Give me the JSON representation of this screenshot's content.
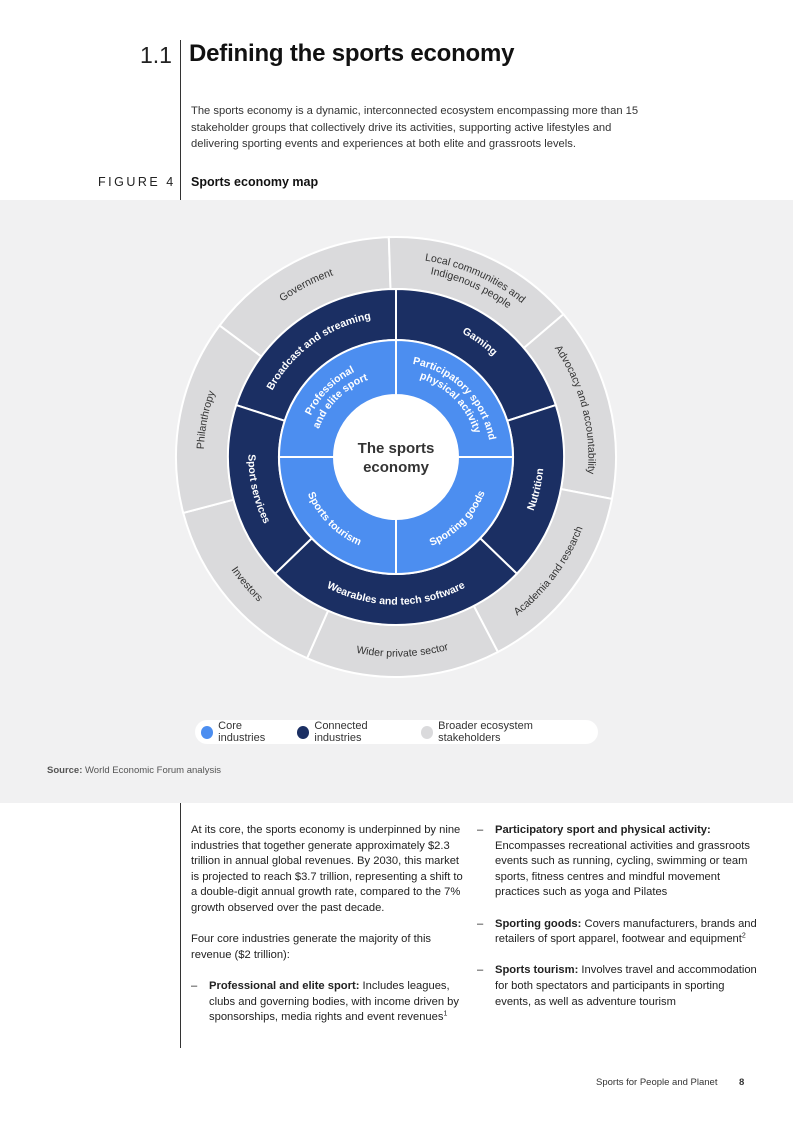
{
  "section": {
    "number": "1.1",
    "title": "Defining the sports economy"
  },
  "intro": "The sports economy is a dynamic, interconnected ecosystem encompassing more than 15 stakeholder groups that collectively drive its activities, supporting active lifestyles and delivering sporting events and experiences at both elite and grassroots levels.",
  "figure": {
    "label": "FIGURE 4",
    "title": "Sports economy map",
    "center_label": [
      "The sports",
      "economy"
    ],
    "core_industries": [
      "Professional and elite sport",
      "Participatory sport and physical activity",
      "Sporting goods",
      "Sports tourism"
    ],
    "connected_industries": [
      "Broadcast and streaming",
      "Gaming",
      "Nutrition",
      "Wearables and tech software",
      "Sport services"
    ],
    "broader_stakeholders": [
      "Government",
      "Local communities and Indigenous people",
      "Advocacy and accountability",
      "Academia and research",
      "Wider private sector",
      "Investors",
      "Philanthropy"
    ],
    "colors": {
      "core": "#4c8ef0",
      "connected": "#1b2f63",
      "broader": "#dadadc",
      "panel_bg": "#f1f1f2"
    },
    "legend": [
      {
        "label": "Core industries",
        "color": "#4c8ef0"
      },
      {
        "label": "Connected industries",
        "color": "#1b2f63"
      },
      {
        "label": "Broader ecosystem stakeholders",
        "color": "#dadadc"
      }
    ],
    "source_label": "Source:",
    "source_text": " World Economic Forum analysis"
  },
  "body": {
    "left_paragraphs": [
      "At its core, the sports economy is underpinned by nine industries that together generate approximately $2.3 trillion in annual global revenues. By 2030, this market is projected to reach $3.7 trillion, representing a shift to a double-digit annual growth rate, compared to the 7% growth observed over the past decade.",
      "Four core industries generate the majority of this revenue ($2 trillion):"
    ],
    "bullets": [
      {
        "dash": "–",
        "title": "Professional and elite sport:",
        "text": " Includes leagues, clubs and governing bodies, with income driven by sponsorships, media rights and event revenues",
        "note": "1"
      },
      {
        "dash": "–",
        "title": "Participatory sport and physical activity:",
        "text": " Encompasses recreational activities and grassroots events such as running, cycling, swimming or team sports, fitness centres and mindful movement practices such as yoga and Pilates",
        "note": ""
      },
      {
        "dash": "–",
        "title": "Sporting goods:",
        "text": " Covers manufacturers, brands and retailers of sport apparel, footwear and equipment",
        "note": "2"
      },
      {
        "dash": "–",
        "title": "Sports tourism:",
        "text": " Involves travel and accommodation for both spectators and participants in sporting events, as well as adventure tourism",
        "note": ""
      }
    ]
  },
  "footer": {
    "text": "Sports for People and Planet",
    "page": "8"
  }
}
